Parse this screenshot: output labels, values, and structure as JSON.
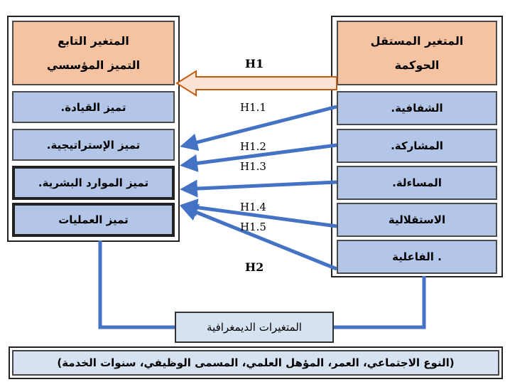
{
  "dependent": {
    "title": "المتغير التابع",
    "subtitle": "التميز المؤسسي",
    "items": [
      "تميز القيادة.",
      "تميز الإستراتيجية.",
      "تميز الموارد البشرية.",
      "تميز العمليات"
    ]
  },
  "independent": {
    "title": "المتغير المستقل",
    "subtitle": "الحوكمة",
    "items": [
      "الشفافية.",
      "المشاركة.",
      "المساءلة.",
      "الاستقلالية",
      ". الفاعلية"
    ]
  },
  "demographic": {
    "label": "المتغيرات الديمغرافية",
    "details": "(النوع الاجتماعي، العمر، المؤهل العلمي، المسمى الوظيفي، سنوات الخدمة)"
  },
  "hypotheses": {
    "h1": "H1",
    "h1_1": "H1.1",
    "h1_2": "H1.2",
    "h1_3": "H1.3",
    "h1_4": "H1.4",
    "h1_5": "H1.5",
    "h2": "H2"
  },
  "colors": {
    "header_fill": "#f6c3a2",
    "item_fill": "#b4c6e7",
    "demographic_fill": "#d6e2f2",
    "arrow_blue": "#4472c4"
  }
}
